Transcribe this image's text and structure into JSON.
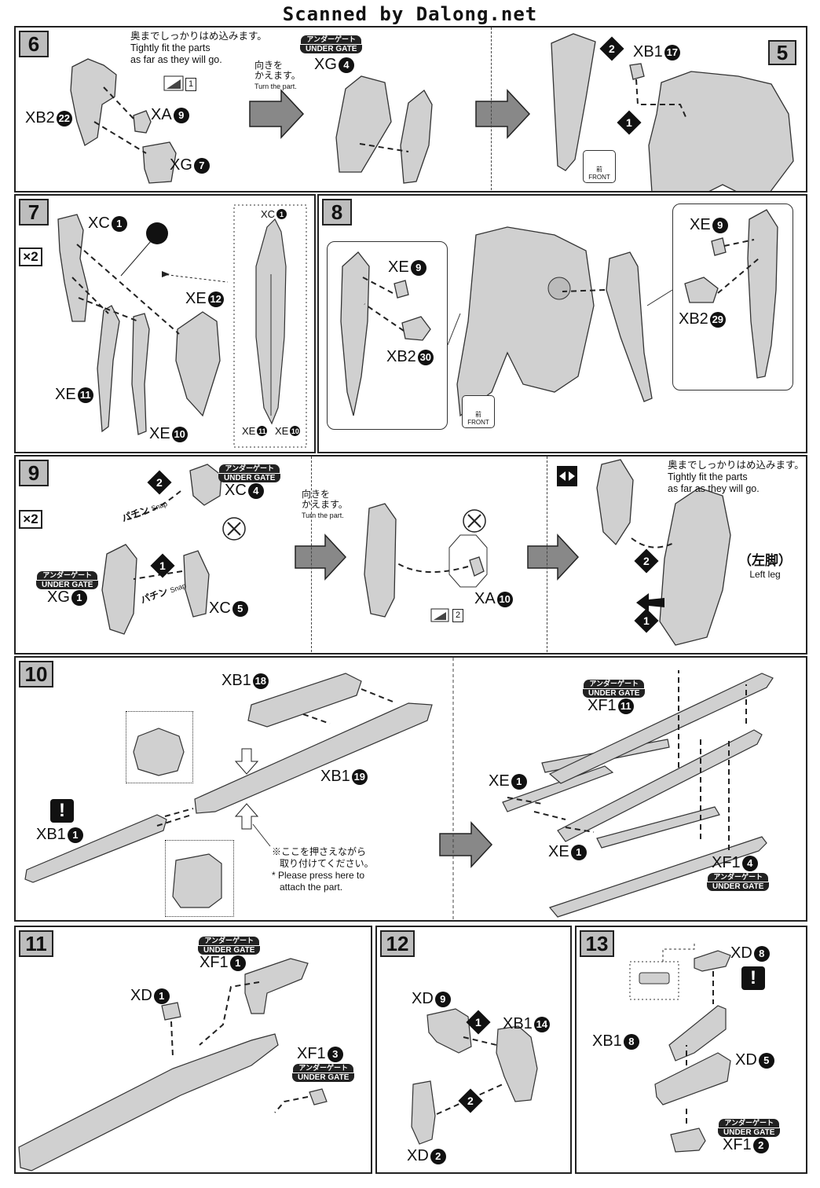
{
  "watermark": "Scanned by Dalong.net",
  "common": {
    "under_gate_jp": "アンダーゲート",
    "under_gate_en": "UNDER GATE",
    "turn_jp": "向きを\nかえます。",
    "turn_en": "Turn the part.",
    "fit_jp": "奥までしっかりはめ込みます。",
    "fit_en_1": "Tightly fit the parts",
    "fit_en_2": "as far as they will go.",
    "front_jp": "前",
    "front_en": "FRONT",
    "times2": "×2",
    "warn": "!"
  },
  "steps": {
    "s6": {
      "num": "6",
      "parts": [
        {
          "code": "XB2",
          "n": "22"
        },
        {
          "code": "XA",
          "n": "9"
        },
        {
          "code": "XG",
          "n": "7"
        },
        {
          "code": "XG",
          "n": "4"
        },
        {
          "code": "XB1",
          "n": "17"
        }
      ],
      "ref_sheet": "1",
      "ref_step": "5",
      "seq": [
        "2",
        "1"
      ]
    },
    "s7": {
      "num": "7",
      "parts": [
        {
          "code": "XC",
          "n": "1"
        },
        {
          "code": "XE",
          "n": "12"
        },
        {
          "code": "XE",
          "n": "11"
        },
        {
          "code": "XE",
          "n": "10"
        }
      ],
      "inset_parts": [
        {
          "code": "XC",
          "n": "1"
        },
        {
          "code": "XE",
          "n": "11"
        },
        {
          "code": "XE",
          "n": "10"
        }
      ]
    },
    "s8": {
      "num": "8",
      "left_parts": [
        {
          "code": "XE",
          "n": "9"
        },
        {
          "code": "XB2",
          "n": "30"
        }
      ],
      "right_parts": [
        {
          "code": "XE",
          "n": "9"
        },
        {
          "code": "XB2",
          "n": "29"
        }
      ]
    },
    "s9": {
      "num": "9",
      "parts": [
        {
          "code": "XC",
          "n": "4"
        },
        {
          "code": "XG",
          "n": "1"
        },
        {
          "code": "XC",
          "n": "5"
        },
        {
          "code": "XA",
          "n": "10"
        }
      ],
      "snap_jp": "パチン",
      "snap_en": "Snap",
      "ref_sheet": "2",
      "left_leg_jp": "（左脚）",
      "left_leg_en": "Left leg",
      "seq": [
        "2",
        "1"
      ]
    },
    "s10": {
      "num": "10",
      "parts": [
        {
          "code": "XB1",
          "n": "18"
        },
        {
          "code": "XB1",
          "n": "19"
        },
        {
          "code": "XB1",
          "n": "1"
        },
        {
          "code": "XF1",
          "n": "11"
        },
        {
          "code": "XE",
          "n": "1"
        },
        {
          "code": "XE",
          "n": "1"
        },
        {
          "code": "XF1",
          "n": "4"
        }
      ],
      "press_jp_1": "※ここを押さえながら",
      "press_jp_2": "取り付けてください。",
      "press_en_1": "* Please press here to",
      "press_en_2": "attach the part."
    },
    "s11": {
      "num": "11",
      "parts": [
        {
          "code": "XF1",
          "n": "1"
        },
        {
          "code": "XD",
          "n": "1"
        },
        {
          "code": "XF1",
          "n": "3"
        }
      ]
    },
    "s12": {
      "num": "12",
      "parts": [
        {
          "code": "XD",
          "n": "9"
        },
        {
          "code": "XB1",
          "n": "14"
        },
        {
          "code": "XD",
          "n": "2"
        }
      ],
      "seq": [
        "1",
        "2"
      ]
    },
    "s13": {
      "num": "13",
      "parts": [
        {
          "code": "XD",
          "n": "8"
        },
        {
          "code": "XB1",
          "n": "8"
        },
        {
          "code": "XD",
          "n": "5"
        },
        {
          "code": "XF1",
          "n": "2"
        }
      ]
    }
  }
}
